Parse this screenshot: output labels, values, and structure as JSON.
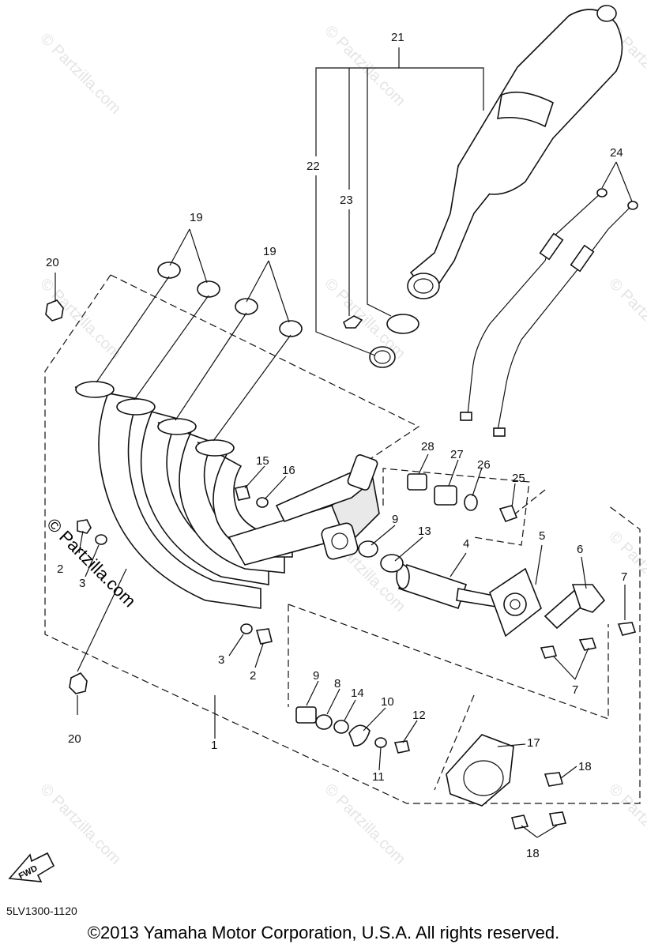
{
  "diagram": {
    "drawing_code": "5LV1300-1120",
    "copyright": "©2013 Yamaha Motor Corporation, U.S.A. All rights reserved.",
    "watermark": "© Partzilla.com",
    "fwd_label": "FWD",
    "callouts": {
      "n1": "1",
      "n2a": "2",
      "n2b": "2",
      "n3a": "3",
      "n3b": "3",
      "n4": "4",
      "n5": "5",
      "n6": "6",
      "n7a": "7",
      "n7b": "7",
      "n8": "8",
      "n9a": "9",
      "n9b": "9",
      "n10": "10",
      "n11": "11",
      "n12": "12",
      "n13": "13",
      "n14": "14",
      "n15": "15",
      "n16": "16",
      "n17": "17",
      "n18a": "18",
      "n18b": "18",
      "n19a": "19",
      "n19b": "19",
      "n20a": "20",
      "n20b": "20",
      "n21": "21",
      "n22": "22",
      "n23": "23",
      "n24": "24",
      "n25": "25",
      "n26": "26",
      "n27": "27",
      "n28": "28"
    }
  }
}
